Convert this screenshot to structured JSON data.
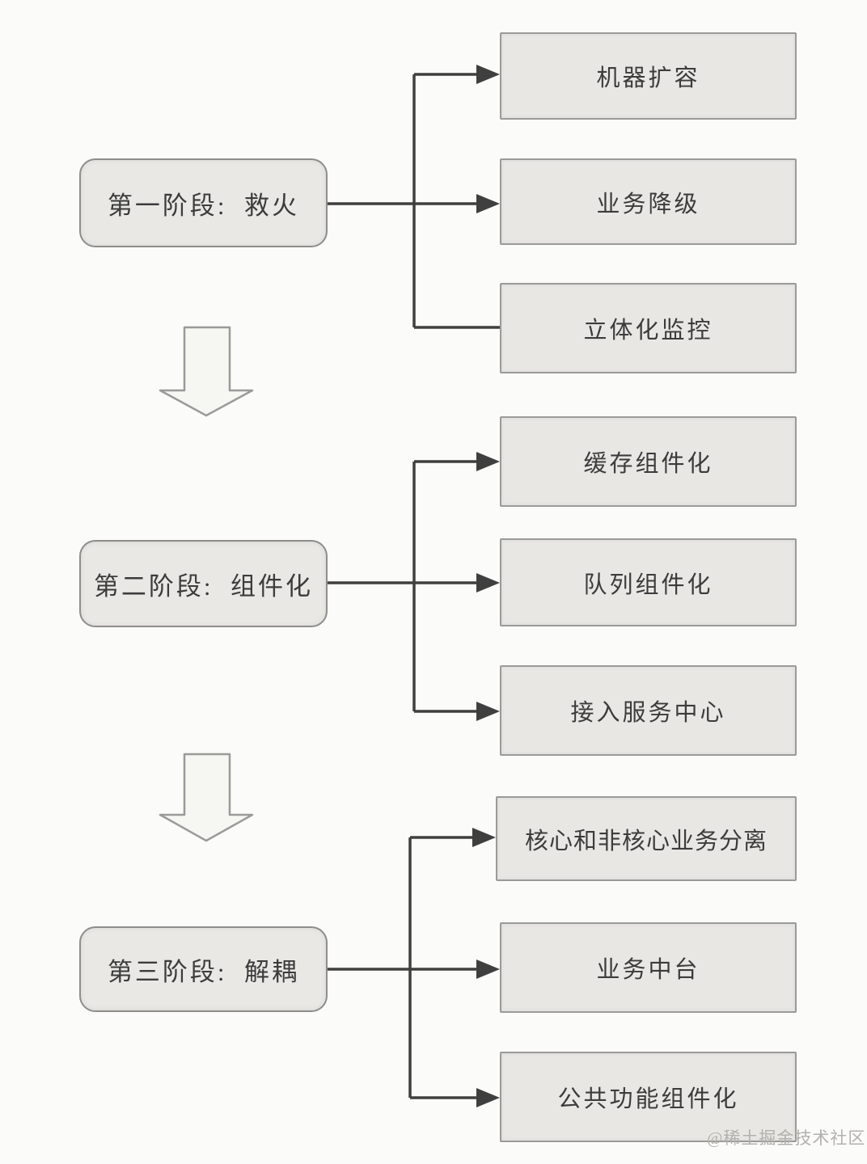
{
  "page": {
    "watermark": "@稀土掘金技术社区"
  },
  "diagram": {
    "type": "flowchart",
    "direction": "three stages top-to-bottom, each stage branches right to three result boxes",
    "stages": [
      {
        "id": "stage-1",
        "label": "第一阶段:  救火",
        "children": [
          "机器扩容",
          "业务降级",
          "立体化监控"
        ]
      },
      {
        "id": "stage-2",
        "label": "第二阶段:  组件化",
        "children": [
          "缓存组件化",
          "队列组件化",
          "接入服务中心"
        ]
      },
      {
        "id": "stage-3",
        "label": "第三阶段:  解耦",
        "children": [
          "核心和非核心业务分离",
          "业务中台",
          "公共功能组件化"
        ]
      }
    ],
    "colors": {
      "canvas_background": "#fbfbf9",
      "box_fill": "#e8e7e4",
      "box_border": "#9a9a96",
      "stage_border": "#8d8d8a",
      "connector_line": "#3f3f3f",
      "text": "#3c3c3c",
      "block_arrow_fill": "#f6f6f3",
      "block_arrow_border": "#9a9a96",
      "watermark_text": "#b3b1ad"
    }
  }
}
